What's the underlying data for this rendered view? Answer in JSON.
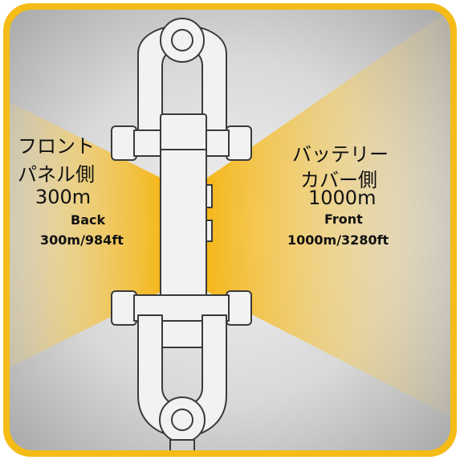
{
  "colors": {
    "frame": "#f5bb16",
    "beam": "#f6b40f",
    "background": "#dcdcdc",
    "device": "#f2f2f2",
    "outline": "#3a3a3a"
  },
  "left_side": {
    "jp_line1": "フロント",
    "jp_line2": "パネル側",
    "jp_range": "300m",
    "en_label": "Back",
    "en_range": "300m/984ft"
  },
  "right_side": {
    "jp_line1": "バッテリー",
    "jp_line2": "カバー側",
    "jp_range": "1000m",
    "en_label": "Front",
    "en_range": "1000m/3280ft"
  }
}
